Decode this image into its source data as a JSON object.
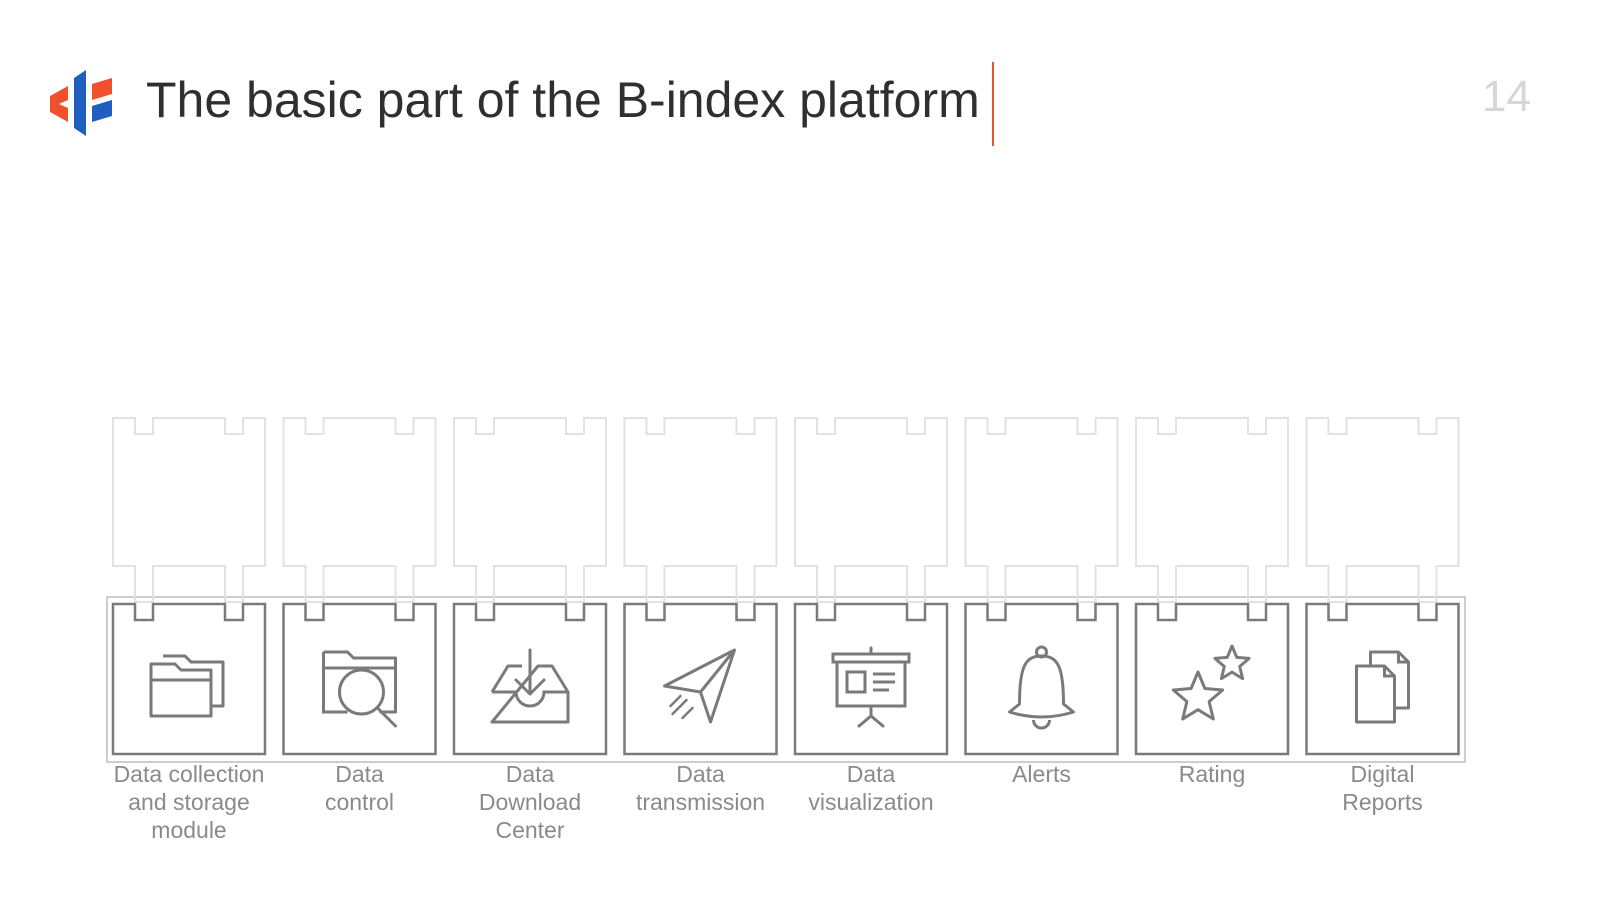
{
  "header": {
    "title": "The basic part of the B-index platform",
    "page_number": "14",
    "brand_colors": {
      "blue": "#1f5fbf",
      "orange": "#f0512c"
    }
  },
  "modules": [
    {
      "label": "Data collection and storage module",
      "lines": [
        "Data collection",
        "and storage",
        "module"
      ],
      "icon": "folders-icon"
    },
    {
      "label": "Data control",
      "lines": [
        "Data",
        "control"
      ],
      "icon": "folder-search-icon"
    },
    {
      "label": "Data Download Center",
      "lines": [
        "Data",
        "Download",
        "Center"
      ],
      "icon": "inbox-download-icon"
    },
    {
      "label": "Data transmission",
      "lines": [
        "Data",
        "transmission"
      ],
      "icon": "paper-plane-icon"
    },
    {
      "label": "Data visualization",
      "lines": [
        "Data",
        "visualization"
      ],
      "icon": "presentation-board-icon"
    },
    {
      "label": "Alerts",
      "lines": [
        "Alerts"
      ],
      "icon": "bell-icon"
    },
    {
      "label": "Rating",
      "lines": [
        "Rating"
      ],
      "icon": "stars-icon"
    },
    {
      "label": "Digital Reports",
      "lines": [
        "Digital",
        "Reports"
      ],
      "icon": "documents-icon"
    }
  ],
  "style": {
    "icon_color": "#7a7a7a",
    "outline_color": "#bdbdbd",
    "ghost_color": "#e2e2e2",
    "caption_color": "#8a8a8a"
  }
}
